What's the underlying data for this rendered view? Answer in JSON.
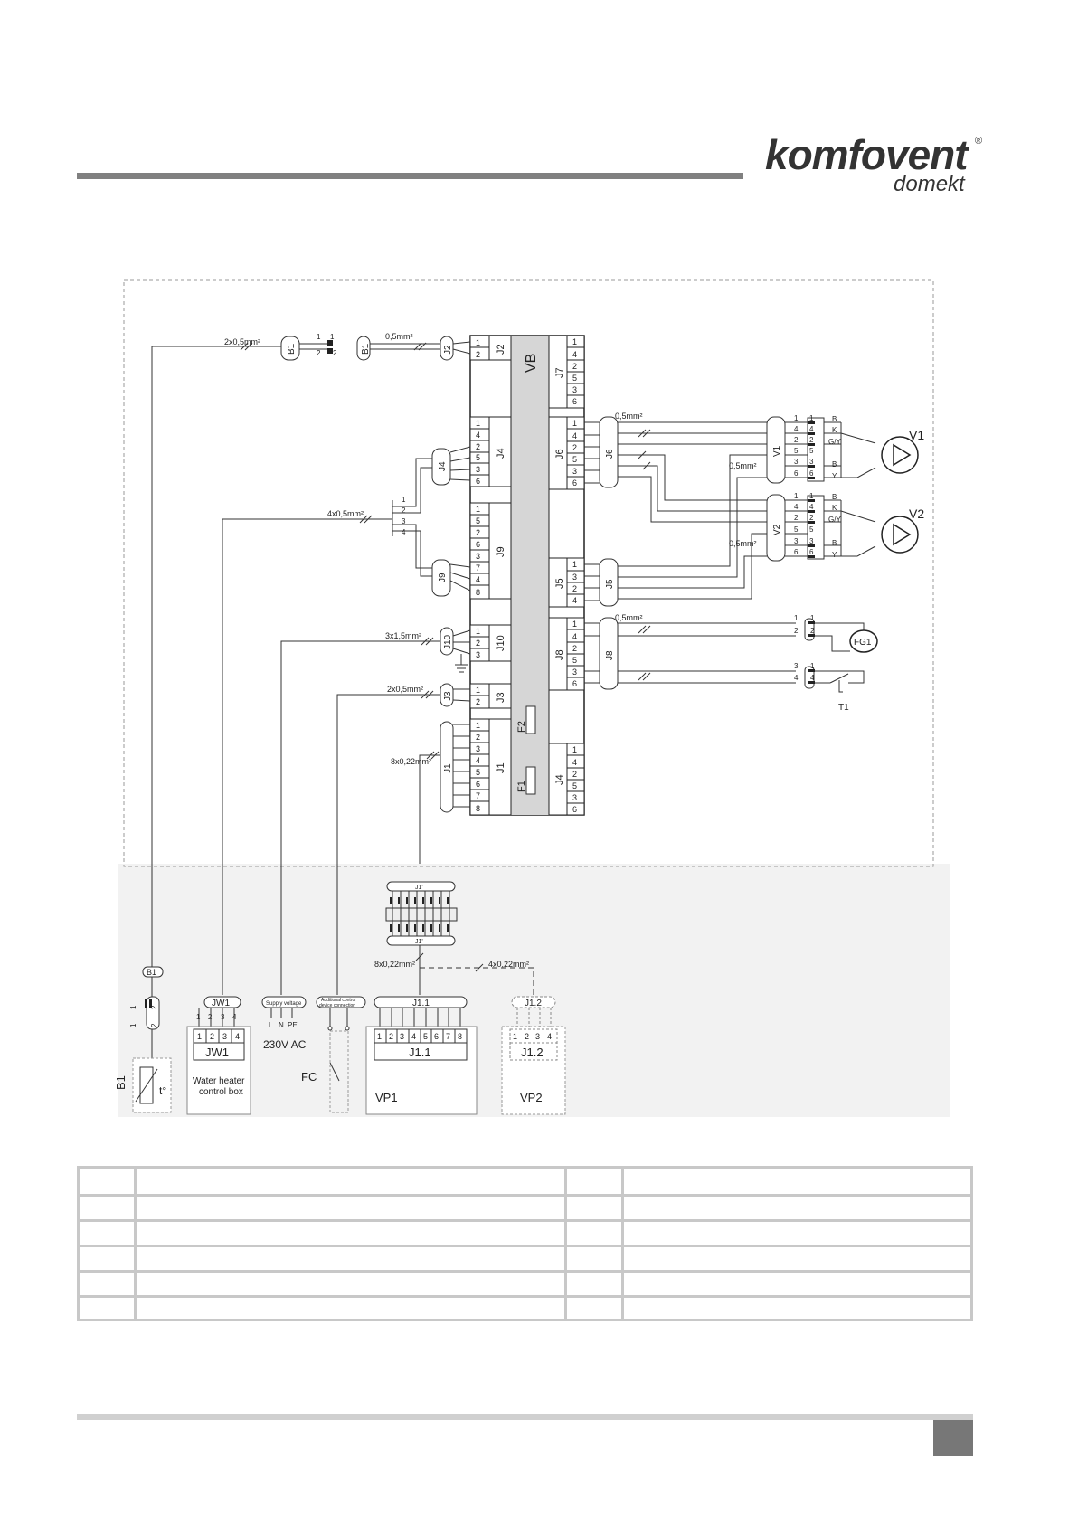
{
  "header": {
    "brand": "komfovent",
    "reg": "®",
    "sub": "domekt"
  },
  "diagram": {
    "wires": {
      "w1": "2x0,5mm²",
      "w2": "0,5mm²",
      "w3": "4x0,5mm²",
      "w4": "0,5mm²",
      "w5": "0,5mm²",
      "w6": "0,5mm²",
      "w7": "3x1,5mm²",
      "w8": "2x0,5mm²",
      "w9": "0,5mm²",
      "w10": "8x0,22mm²",
      "w11": "8x0,22mm²",
      "w12": "4x0,22mm²"
    },
    "board": {
      "name": "VB",
      "fuse1": "F1",
      "fuse2": "F2",
      "connectors": {
        "J2": "J2",
        "J7": "J7",
        "J4": "J4",
        "J6": "J6",
        "J9": "J9",
        "J5": "J5",
        "J10": "J10",
        "J8": "J8",
        "J3": "J3",
        "J1": "J1",
        "J4b": "J4"
      }
    },
    "plugs": {
      "B1a": "B1",
      "B1b": "B1",
      "J2": "J2",
      "J4": "J4",
      "J9": "J9",
      "J10": "J10",
      "J3": "J3",
      "J1": "J1",
      "J6": "J6",
      "J5": "J5",
      "J8": "J8",
      "V1": "V1",
      "V2": "V2",
      "J1p": "J1'",
      "J1q": "J1'"
    },
    "motor_wires": [
      "B",
      "K",
      "G/Y",
      "B",
      "Y"
    ],
    "components": {
      "V1": "V1",
      "V2": "V2",
      "FG1": "FG1",
      "T1": "T1",
      "B1": "B1",
      "B1plug": "B1",
      "JW1plug": "JW1",
      "JW1box": "JW1",
      "water_heater_1": "Water heater",
      "water_heater_2": "control box",
      "supply_plug": "Supply voltage",
      "supply_L": "L",
      "supply_N": "N",
      "supply_PE": "PE",
      "supply_voltage": "230V AC",
      "acd_1": "Additional control",
      "acd_2": "device connection",
      "FC": "FC",
      "J11plug": "J1.1",
      "J11box": "J1.1",
      "VP1": "VP1",
      "J12plug": "J1.2",
      "J12box": "J1.2",
      "VP2": "VP2",
      "t_symbol": "t°"
    }
  },
  "legend": {
    "rows": [
      [
        "",
        "",
        "",
        ""
      ],
      [
        "",
        "",
        "",
        ""
      ],
      [
        "",
        "",
        "",
        ""
      ],
      [
        "",
        "",
        "",
        ""
      ],
      [
        "",
        "",
        "",
        ""
      ],
      [
        "",
        "",
        "",
        ""
      ]
    ]
  }
}
